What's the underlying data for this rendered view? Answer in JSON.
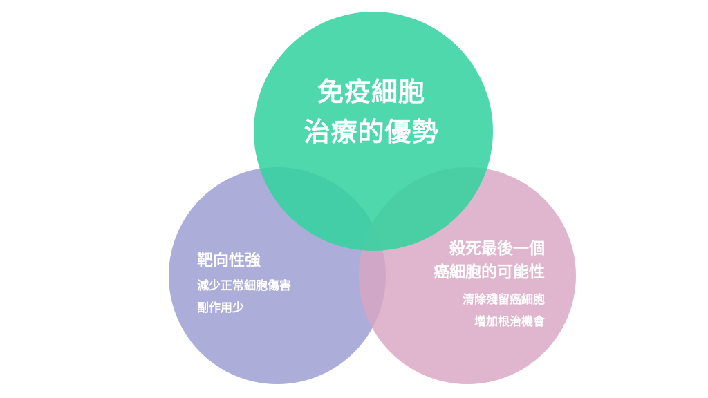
{
  "diagram": {
    "colors": {
      "top_circle": "#35d39f",
      "left_circle": "#aaaad8",
      "right_circle": "#d8a6c2",
      "text": "#ffffff",
      "background": "#ffffff"
    },
    "top": {
      "title_line1": "免疫細胞",
      "title_line2": "治療的優勢"
    },
    "left": {
      "heading": "靶向性強",
      "line1": "減少正常細胞傷害",
      "line2": "副作用少"
    },
    "right": {
      "heading_line1": "殺死最後一個",
      "heading_line2": "癌細胞的可能性",
      "line1": "清除殘留癌細胞",
      "line2": "增加根治機會"
    }
  }
}
